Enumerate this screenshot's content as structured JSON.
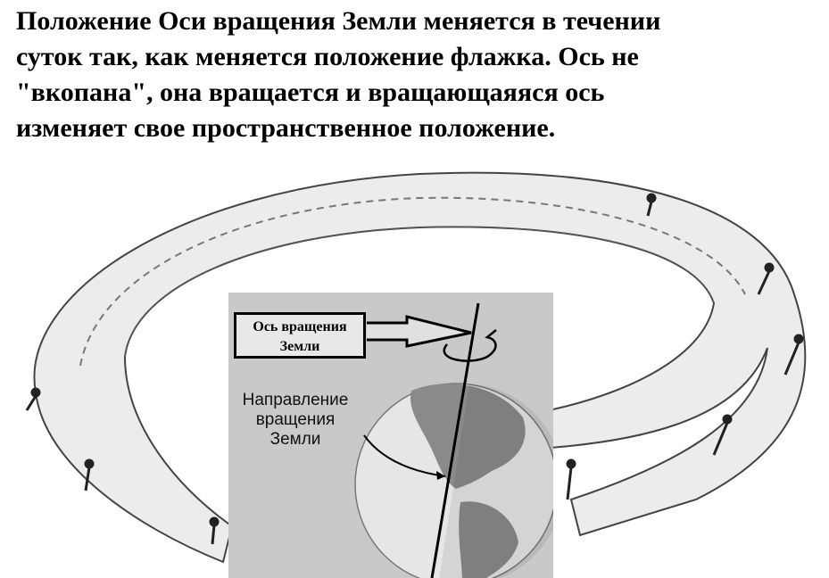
{
  "title": {
    "lines": [
      "Положение Оси вращения Земли меняется в течении",
      "суток так, как меняется положение флажка. Ось не",
      "\"вкопана\", она вращается и вращающаяяся ось",
      "изменяет свое пространственное положение."
    ]
  },
  "inset": {
    "axis_label_line1": "Ось вращения",
    "axis_label_line2": "Земли",
    "direction_label_line1": "Направление",
    "direction_label_line2": "вращения",
    "direction_label_line3": "Земли"
  },
  "colors": {
    "background": "#ffffff",
    "inset_bg": "#c9c9c9",
    "band": "#ececec",
    "globe": "#e6e6e6",
    "land": "#8a8a8a"
  }
}
